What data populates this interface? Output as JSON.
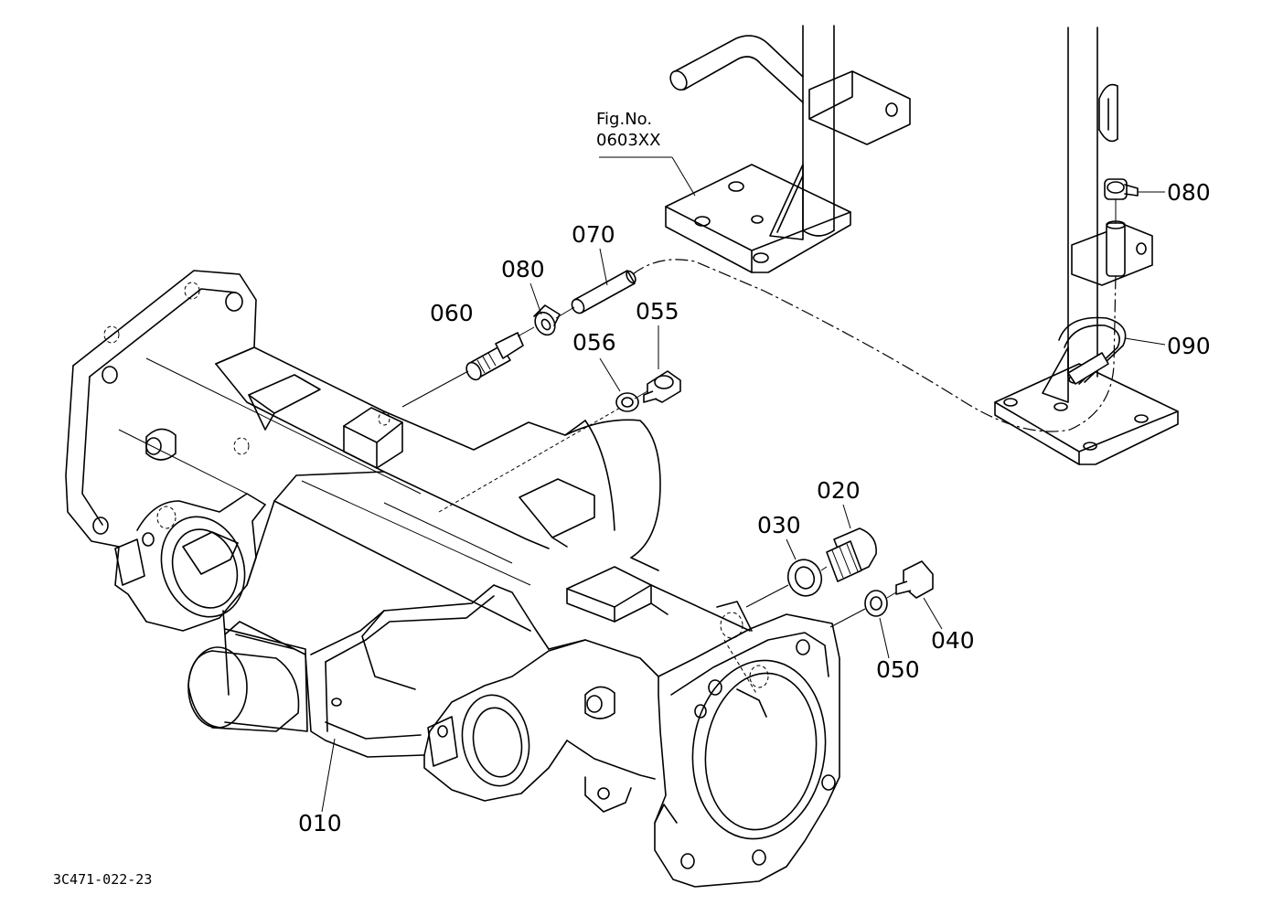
{
  "figure_reference": {
    "line1": "Fig.No.",
    "line2": "0603XX"
  },
  "drawing_number": "3C471-022-23",
  "parts": {
    "p010": "010",
    "p020": "020",
    "p030": "030",
    "p040": "040",
    "p050": "050",
    "p055": "055",
    "p056": "056",
    "p060": "060",
    "p070": "070",
    "p080a": "080",
    "p080b": "080",
    "p090": "090"
  },
  "colors": {
    "line": "#000000",
    "background": "#ffffff"
  }
}
